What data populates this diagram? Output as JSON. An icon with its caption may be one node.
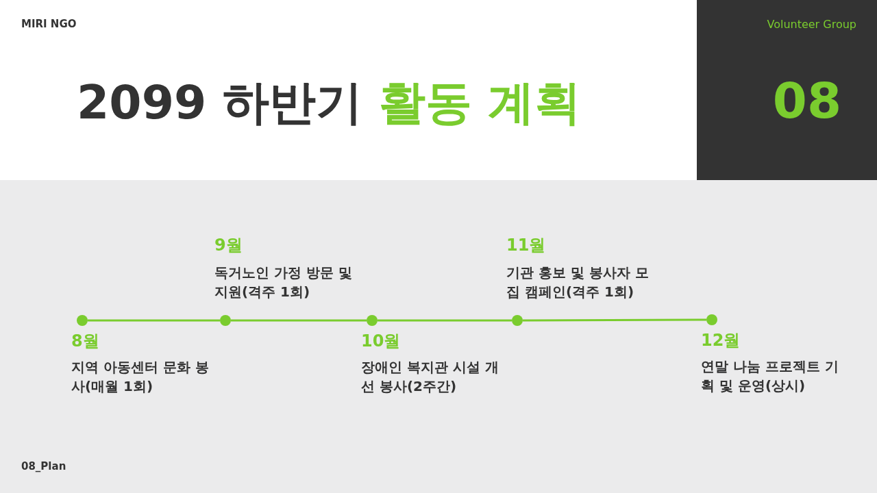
{
  "diagram": {
    "title": "2099 하반기 활동 계획",
    "nodes": [
      {
        "text": [
          "Volunteer Group",
          "08"
        ]
      },
      {
        "text": [],
        "shape": "circle",
        "beside": [
          "8월",
          "지역 아동센터 문화 봉사(매월 1회)"
        ]
      },
      {
        "text": [],
        "shape": "circle",
        "beside": [
          "9월",
          "독거노인 가정 방문 및 지원(격주 1회)"
        ]
      },
      {
        "text": [],
        "shape": "circle",
        "beside": [
          "10월",
          "장애인 복지관 시설 개선 봉사(2주간)"
        ]
      },
      {
        "text": [],
        "shape": "circle",
        "beside": [
          "11월",
          "기관 홍보 및 봉사자 모집 캠페인(격주 1회)"
        ]
      },
      {
        "text": [],
        "shape": "circle",
        "beside": [
          "12월",
          "연말 나눔 프로젝트 기획 및 운영(상시)"
        ]
      }
    ],
    "edges": [
      {
        "from": 1,
        "to": 2,
        "arrow": "none"
      },
      {
        "from": 2,
        "to": 3,
        "arrow": "none"
      },
      {
        "from": 3,
        "to": 4,
        "arrow": "none"
      },
      {
        "from": 4,
        "to": 5,
        "arrow": "none"
      }
    ],
    "labels": [
      "MIRI NGO",
      "08_Plan"
    ]
  }
}
